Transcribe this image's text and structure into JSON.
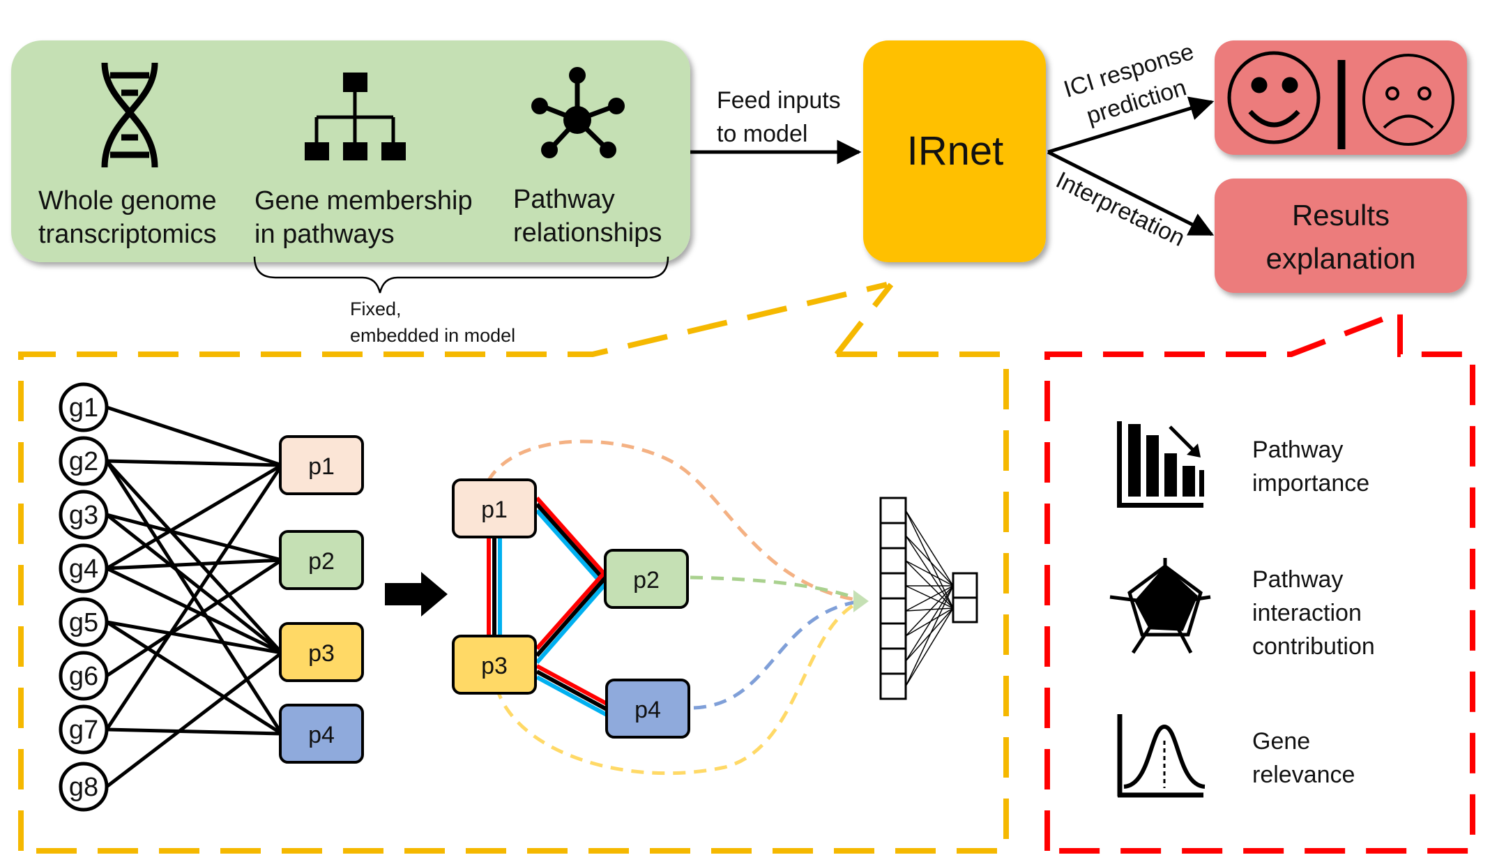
{
  "inputs": {
    "transcriptomics": [
      "Whole genome",
      "transcriptomics"
    ],
    "membership": [
      "Gene membership",
      "in pathways"
    ],
    "relationships": [
      "Pathway",
      "relationships"
    ],
    "fixed_note": [
      "Fixed,",
      "embedded in model"
    ]
  },
  "feed": [
    "Feed inputs",
    "to model"
  ],
  "model_name": "IRnet",
  "arrows": {
    "prediction": [
      "ICI response",
      "prediction"
    ],
    "interpretation": "Interpretation"
  },
  "results_explanation": [
    "Results",
    "explanation"
  ],
  "genes": [
    "g1",
    "g2",
    "g3",
    "g4",
    "g5",
    "g6",
    "g7",
    "g8"
  ],
  "pathways": [
    "p1",
    "p2",
    "p3",
    "p4"
  ],
  "outputs": {
    "pathway_importance": [
      "Pathway",
      "importance"
    ],
    "interaction": [
      "Pathway",
      "interaction",
      "contribution"
    ],
    "gene_relevance": [
      "Gene",
      "relevance"
    ]
  },
  "colors": {
    "input_box": "#c5e0b4",
    "model_box": "#ffc000",
    "result_box": "#ec7c7c",
    "yellow_dash": "#f5b800",
    "red_dash": "#ff0000",
    "p1": "#fbe5d6",
    "p2": "#c5e0b4",
    "p3": "#ffd966",
    "p4": "#8faadc"
  }
}
